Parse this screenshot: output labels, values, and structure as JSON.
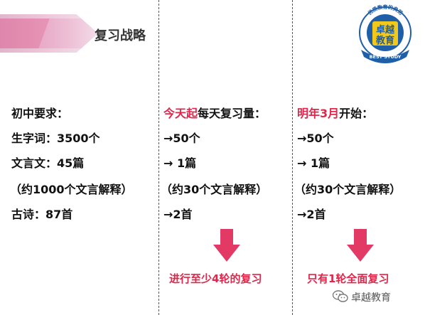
{
  "header": {
    "title": "复习战略"
  },
  "logo": {
    "top_arc_text": "优质教育的典范",
    "main_line1": "卓越",
    "main_line2": "教育",
    "bottom_text": "BEST STUDY"
  },
  "col1": {
    "heading": "初中要求：",
    "rows": [
      "生字词：3500个",
      "文言文：45篇",
      "（约1000个文言解释）",
      "古诗：87首"
    ]
  },
  "col2": {
    "heading_red": "今天起",
    "heading_rest": "每天复习量：",
    "rows": [
      "→50个",
      "→ 1篇",
      "（约30个文言解释）",
      "→2首"
    ],
    "caption": "进行至少4轮的复习"
  },
  "col3": {
    "heading_red": "明年3月",
    "heading_rest": "开始：",
    "rows": [
      "→50个",
      "→ 1篇",
      "（约30个文言解释）",
      "→2首"
    ],
    "caption": "只有1轮全面复习"
  },
  "footer": {
    "brand": "卓越教育"
  },
  "colors": {
    "accent_red": "#e0264a",
    "arrow_pink": "#e23a64",
    "logo_blue": "#1f5fa8",
    "logo_yellow": "#f2c81a"
  },
  "icons": {
    "arrow": "down-arrow-icon",
    "wechat": "wechat-icon"
  }
}
